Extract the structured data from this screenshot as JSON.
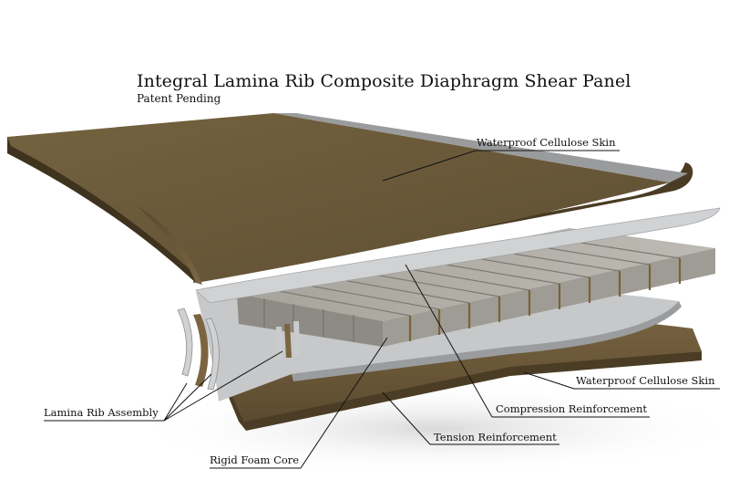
{
  "diagram": {
    "title": "Integral Lamina Rib Composite Diaphragm Shear Panel",
    "subtitle": "Patent Pending",
    "callouts": [
      "Waterproof Cellulose Skin",
      "Waterproof Cellulose Skin",
      "Compression Reinforcement",
      "Tension Reinforcement",
      "Lamina Rib Assembly",
      "Rigid Foam Core"
    ]
  },
  "colors": {
    "skin_top": "#6b5a3a",
    "skin_side": "#4f4128",
    "foam": "#9d9a93",
    "foam_light": "#b9b6ae",
    "reinforcement": "#c9cccf",
    "leader": "#111111"
  }
}
